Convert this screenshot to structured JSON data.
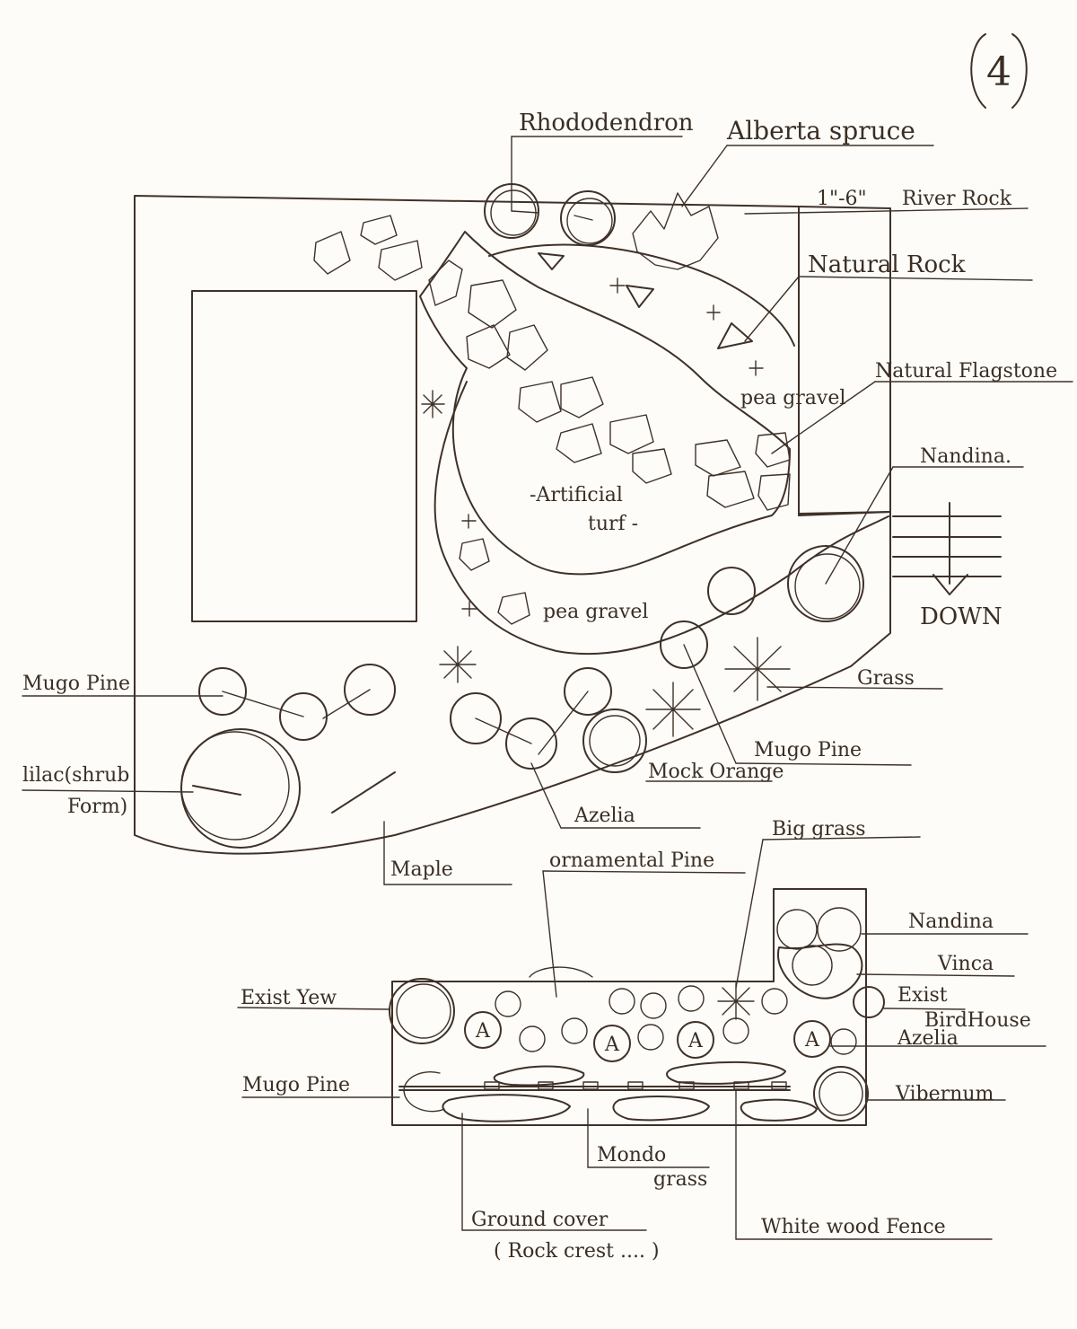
{
  "page": {
    "page_number": "4"
  },
  "labels": {
    "rhododendron": "Rhododendron",
    "alberta_spruce": "Alberta spruce",
    "river_rock": "River Rock",
    "river_rock_size": "1\"-6\"",
    "natural_rock": "Natural Rock",
    "natural_flagstone": "Natural Flagstone",
    "nandina_top": "Nandina.",
    "down": "DOWN",
    "pea_gravel_top": "pea gravel",
    "artificial_turf_1": "-Artificial",
    "artificial_turf_2": "turf -",
    "pea_gravel_mid": "pea gravel",
    "grass": "Grass",
    "mugo_pine_left": "Mugo Pine",
    "mugo_pine_right": "Mugo Pine",
    "lilac_1": "lilac(shrub",
    "lilac_2": "Form)",
    "mock_orange": "Mock Orange",
    "azelia_mid": "Azelia",
    "maple": "Maple",
    "ornamental_pine": "ornamental Pine",
    "big_grass": "Big grass",
    "nandina_bottom": "Nandina",
    "vinca": "Vinca",
    "exist_yew": "Exist Yew",
    "exist_birdhouse_1": "Exist",
    "exist_birdhouse_2": "BirdHouse",
    "azelia_bottom": "Azelia",
    "mugo_pine_bottom": "Mugo Pine",
    "viburnum": "Vibernum",
    "mondo_grass_1": "Mondo",
    "mondo_grass_2": "grass",
    "ground_cover_1": "Ground cover",
    "ground_cover_2": "( Rock crest .... )",
    "white_wood_fence": "White wood Fence",
    "azalea_marker": "A"
  }
}
